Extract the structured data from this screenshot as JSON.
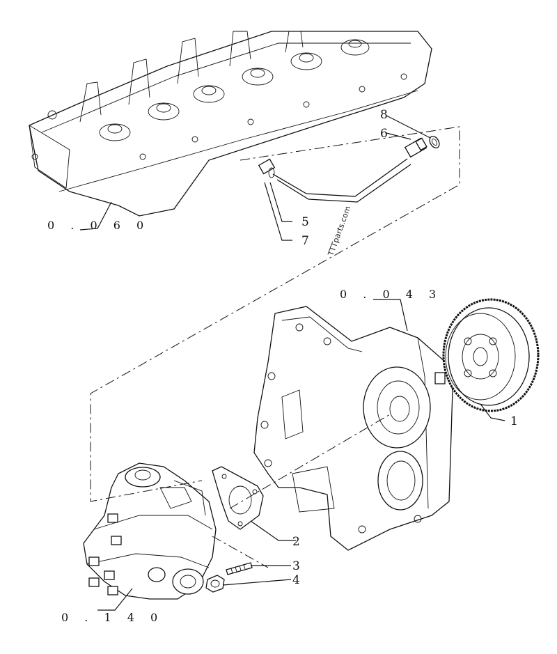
{
  "diagram": {
    "callouts": [
      "1",
      "2",
      "3",
      "4",
      "5",
      "6",
      "7",
      "8"
    ],
    "references": {
      "cylinder_head": "0 . 0 6 0",
      "gear_housing": "0 . 0 4 3",
      "injection_pump": "0 . 1 4 0"
    },
    "watermark": "TTTparts.com"
  }
}
